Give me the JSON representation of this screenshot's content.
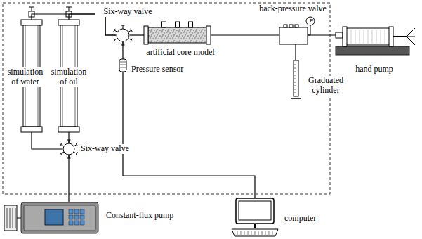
{
  "diagram": {
    "nodes": [
      {
        "text": [
          "simulation of water"
        ]
      },
      {
        "text": [
          "simulation of oil"
        ]
      },
      {
        "text": [
          "Six-way valve"
        ]
      },
      {
        "text": [
          "artificial core model"
        ]
      },
      {
        "text": [
          "back-pressure valve"
        ]
      },
      {
        "text": [
          "Pressure sensor"
        ]
      },
      {
        "text": [
          "Graduated cylinder"
        ]
      },
      {
        "text": [
          "hand pump"
        ]
      },
      {
        "text": [
          "Six-way valve"
        ]
      },
      {
        "text": [
          "Constant-flux pump"
        ]
      },
      {
        "text": [
          "computer"
        ]
      }
    ],
    "edges": [
      {
        "from": 0,
        "to": 2,
        "arrow": "none"
      },
      {
        "from": 1,
        "to": 2,
        "arrow": "none"
      },
      {
        "from": 8,
        "to": 0,
        "arrow": "none"
      },
      {
        "from": 8,
        "to": 1,
        "arrow": "none"
      },
      {
        "from": 9,
        "to": 8,
        "arrow": "none"
      },
      {
        "from": 2,
        "to": 3,
        "arrow": "none"
      },
      {
        "from": 2,
        "to": 5,
        "arrow": "none"
      },
      {
        "from": 5,
        "to": 10,
        "arrow": "none"
      },
      {
        "from": 3,
        "to": 4,
        "arrow": "none"
      },
      {
        "from": 4,
        "to": 6,
        "arrow": "none"
      },
      {
        "from": 4,
        "to": 7,
        "arrow": "none"
      }
    ],
    "labels": [
      "P"
    ]
  }
}
